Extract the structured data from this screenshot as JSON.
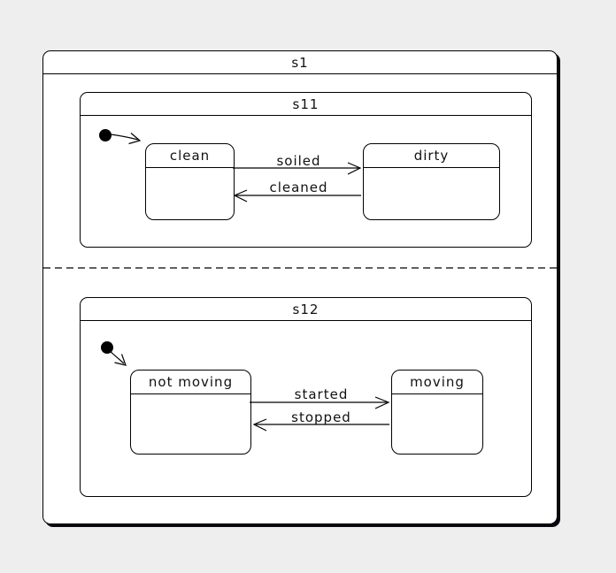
{
  "colors": {
    "page_background": "#eeeeee",
    "state_fill": "#ffffff",
    "line": "#000000"
  },
  "statechart": {
    "root": {
      "name": "s1"
    },
    "regions": [
      {
        "composite": {
          "name": "s11"
        },
        "states": [
          {
            "name": "clean"
          },
          {
            "name": "dirty"
          }
        ],
        "transitions": [
          {
            "label": "soiled",
            "from": "clean",
            "to": "dirty"
          },
          {
            "label": "cleaned",
            "from": "dirty",
            "to": "clean"
          }
        ]
      },
      {
        "composite": {
          "name": "s12"
        },
        "states": [
          {
            "name": "not moving"
          },
          {
            "name": "moving"
          }
        ],
        "transitions": [
          {
            "label": "started",
            "from": "not moving",
            "to": "moving"
          },
          {
            "label": "stopped",
            "from": "moving",
            "to": "not moving"
          }
        ]
      }
    ]
  }
}
